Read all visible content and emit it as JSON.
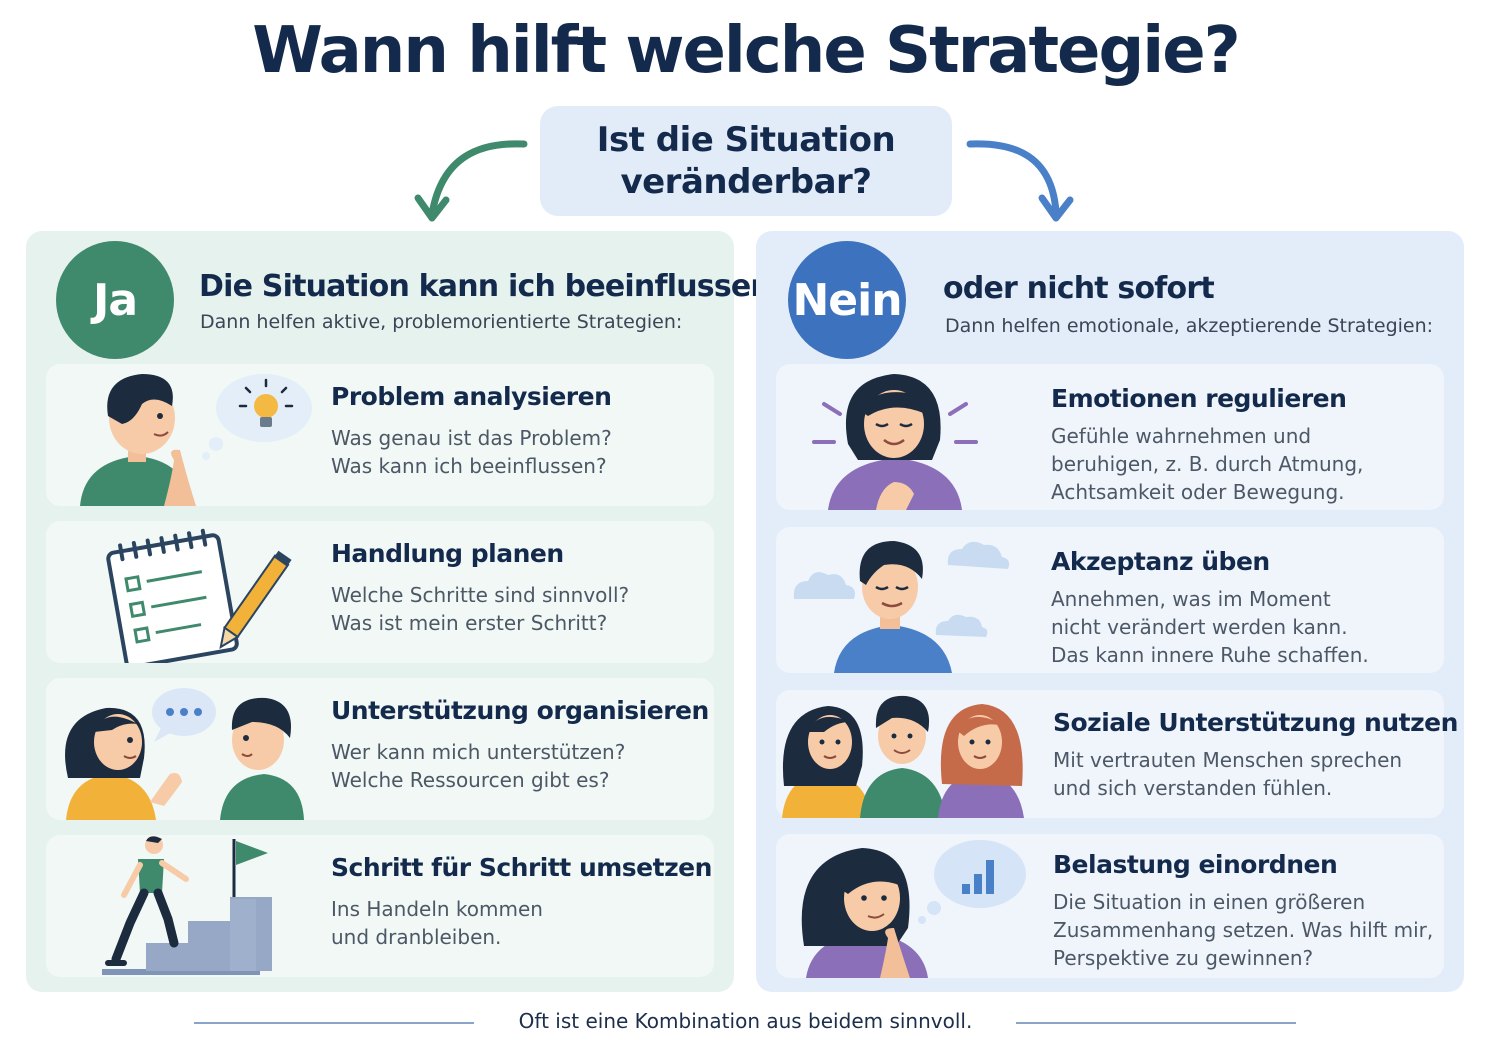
{
  "title": "Wann hilft welche Strategie?",
  "question": {
    "line1": "Ist die Situation",
    "line2": "veränderbar?"
  },
  "colors": {
    "green": "#3f8a6c",
    "blue": "#3d72bf",
    "navy": "#142a4c"
  },
  "left": {
    "badge": "Ja",
    "heading": "Die Situation kann ich beeinflussen.",
    "subheading": "Dann helfen aktive, problemorientierte Strategien:",
    "cards": [
      {
        "icon": "thinking-person-icon",
        "title": "Problem analysieren",
        "lines": [
          "Was genau ist das Problem?",
          "Was kann ich beeinflussen?"
        ]
      },
      {
        "icon": "checklist-pencil-icon",
        "title": "Handlung planen",
        "lines": [
          "Welche Schritte sind sinnvoll?",
          "Was ist mein erster Schritt?"
        ]
      },
      {
        "icon": "talking-people-icon",
        "title": "Unterstützung organisieren",
        "lines": [
          "Wer kann mich unterstützen?",
          "Welche Ressourcen gibt es?"
        ]
      },
      {
        "icon": "stairs-flag-icon",
        "title": "Schritt für Schritt umsetzen",
        "lines": [
          "Ins Handeln kommen",
          "und dranbleiben."
        ]
      }
    ]
  },
  "right": {
    "badge": "Nein",
    "heading": "oder nicht sofort",
    "subheading": "Dann helfen emotionale, akzeptierende Strategien:",
    "cards": [
      {
        "icon": "calm-person-icon",
        "title": "Emotionen regulieren",
        "lines": [
          "Gefühle wahrnehmen und",
          "beruhigen, z. B. durch Atmung,",
          "Achtsamkeit oder Bewegung."
        ]
      },
      {
        "icon": "relaxed-person-clouds-icon",
        "title": "Akzeptanz üben",
        "lines": [
          "Annehmen, was im Moment",
          "nicht verändert werden kann.",
          "Das kann innere Ruhe schaffen."
        ]
      },
      {
        "icon": "group-of-friends-icon",
        "title": "Soziale Unterstützung nutzen",
        "lines": [
          "Mit vertrauten Menschen sprechen",
          "und sich verstanden fühlen."
        ]
      },
      {
        "icon": "reflecting-person-chart-icon",
        "title": "Belastung einordnen",
        "lines": [
          "Die Situation in einen größeren",
          "Zusammenhang setzen. Was hilft mir,",
          "Perspektive zu gewinnen?"
        ]
      }
    ]
  },
  "footer": "Oft ist eine Kombination aus beidem sinnvoll."
}
